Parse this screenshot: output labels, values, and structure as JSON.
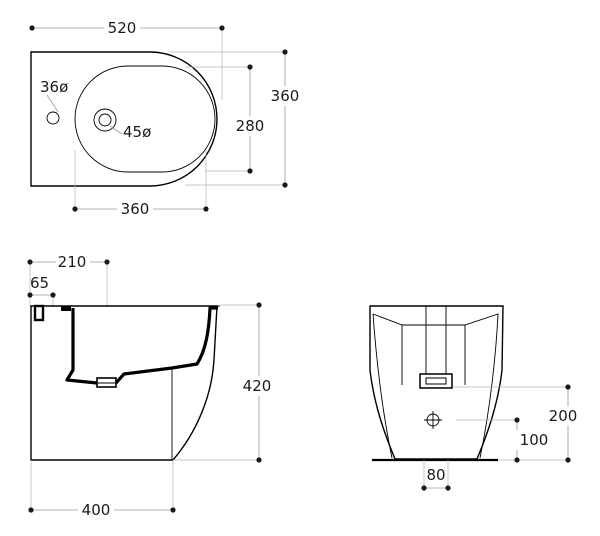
{
  "top_view": {
    "label_width": "520",
    "label_depth": "360",
    "label_bowl_depth": "280",
    "label_hole_small": "36ø",
    "label_hole_large": "45ø",
    "label_bowl_width": "360"
  },
  "side_view": {
    "label_offset_210": "210",
    "label_offset_65": "65",
    "label_height": "420",
    "label_length": "400"
  },
  "front_view": {
    "label_200": "200",
    "label_100": "100",
    "label_80": "80"
  }
}
